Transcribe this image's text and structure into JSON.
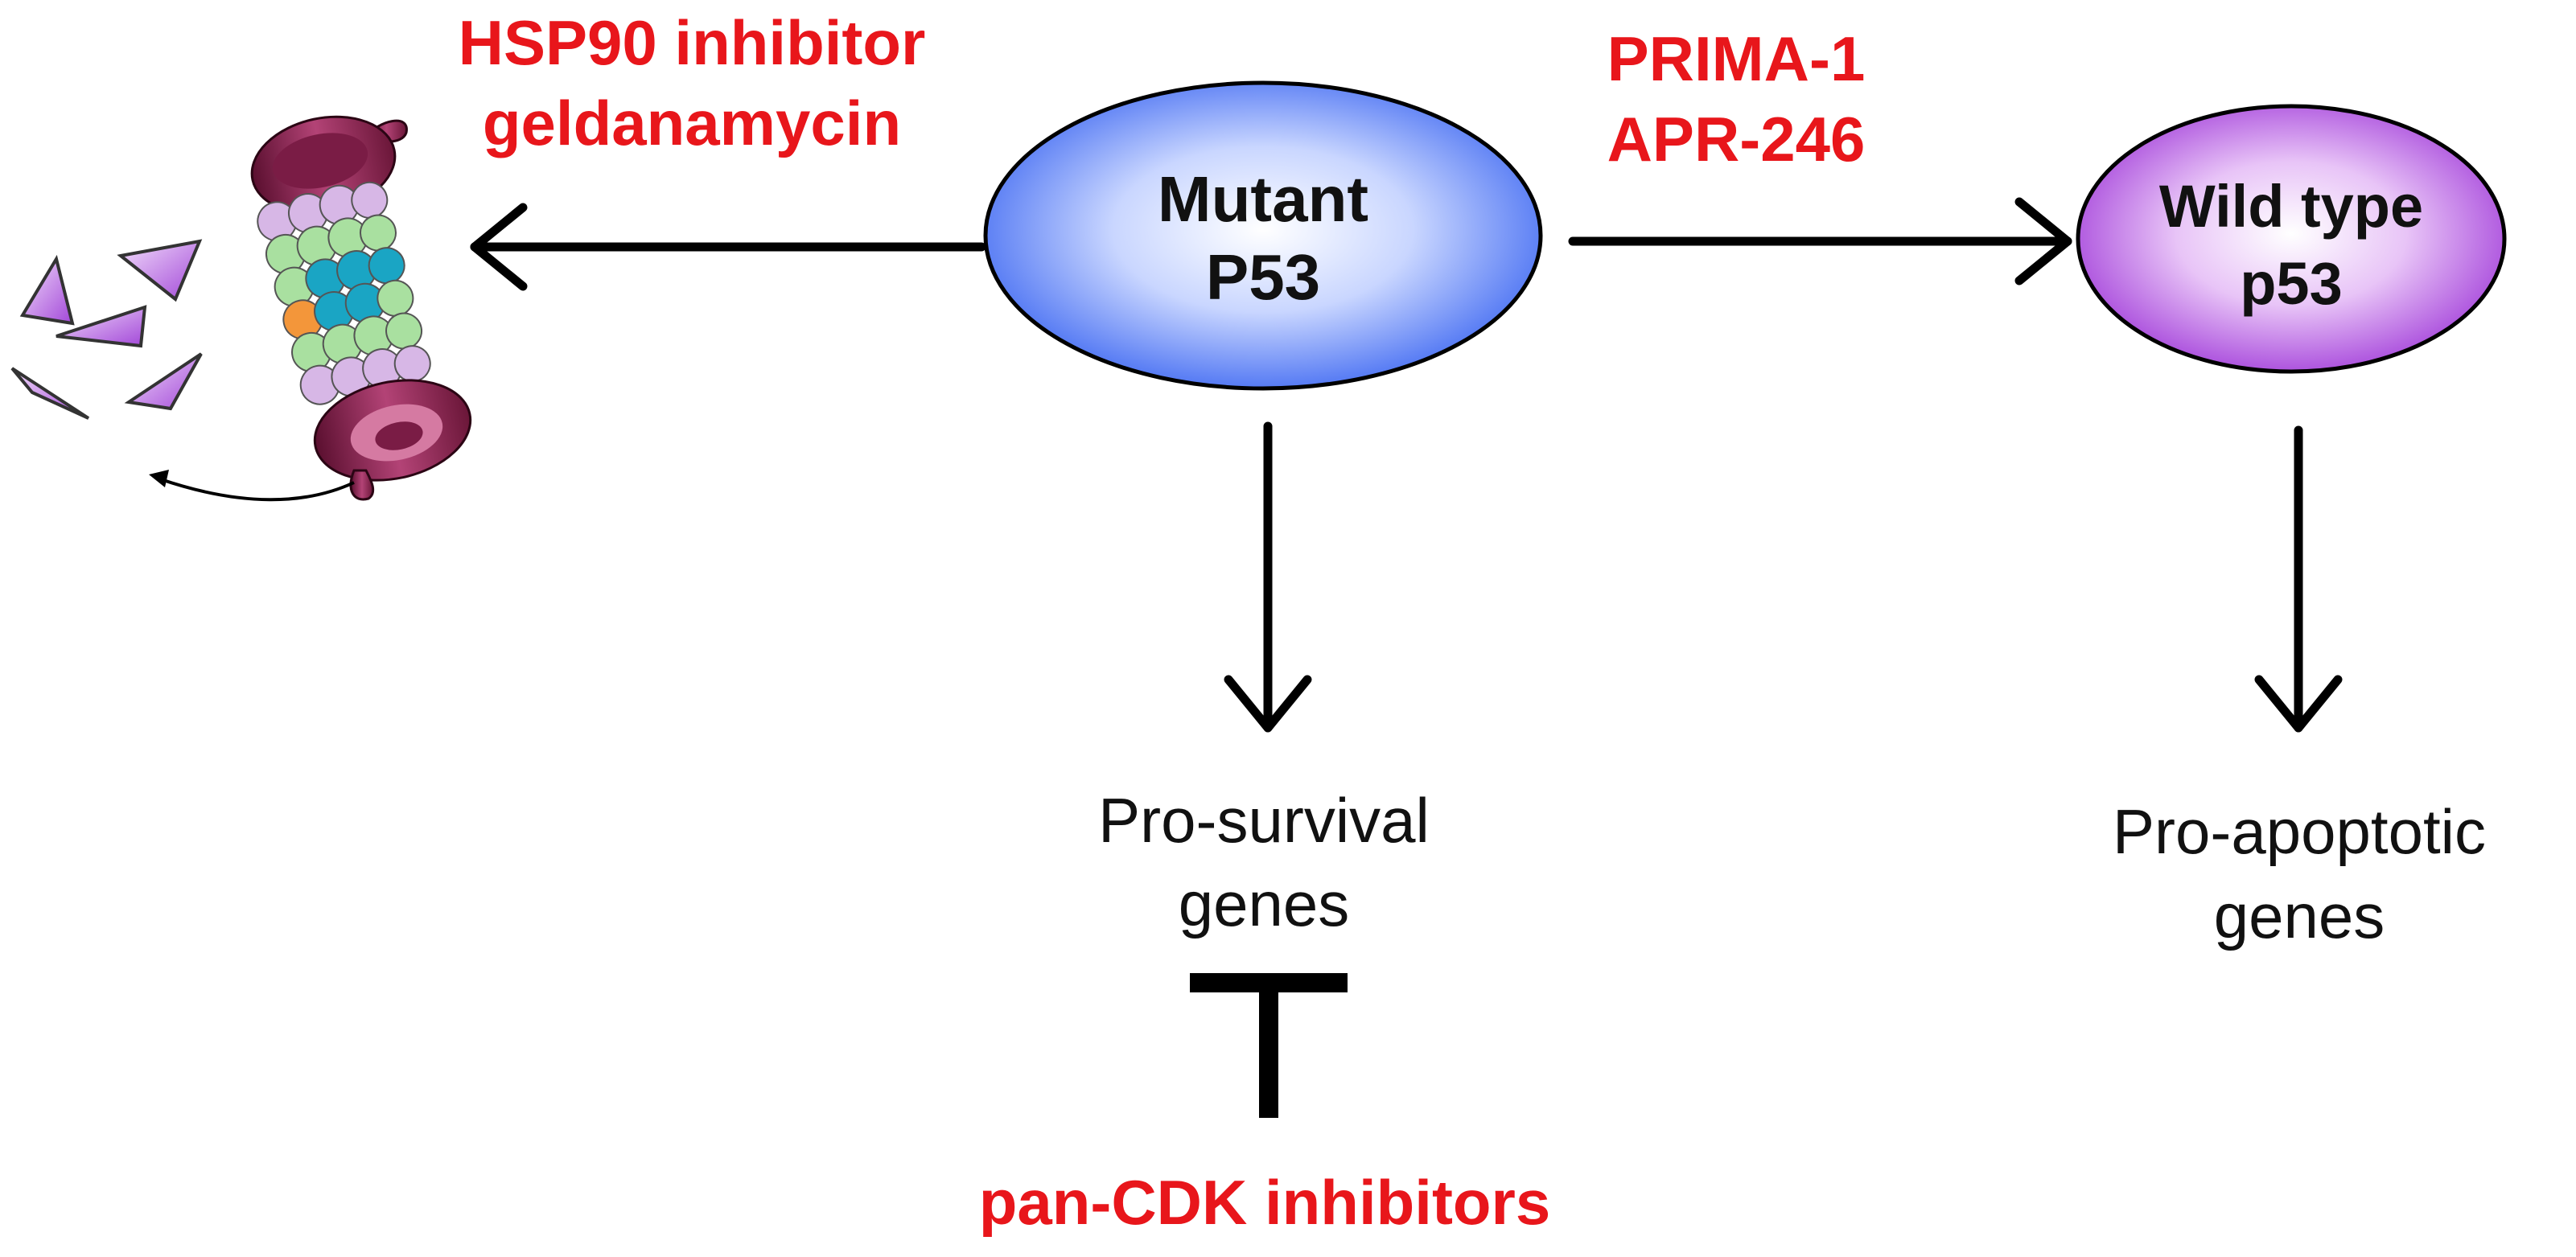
{
  "nodes": {
    "mutant": {
      "line1": "Mutant",
      "line2": "P53",
      "color": "#2f5cf0"
    },
    "wildtype": {
      "line1": "Wild type",
      "line2": "p53",
      "color": "#9a2fd6"
    }
  },
  "drugs": {
    "hsp90": {
      "line1": "HSP90 inhibitor",
      "line2": "geldanamycin"
    },
    "prima": {
      "line1": "PRIMA-1",
      "line2": "APR-246"
    },
    "cdk": {
      "line1": "pan-CDK inhibitors"
    }
  },
  "outcomes": {
    "survival": {
      "line1": "Pro-survival",
      "line2": "genes"
    },
    "apoptotic": {
      "line1": "Pro-apoptotic",
      "line2": "genes"
    }
  },
  "colors": {
    "drug_text": "#e8161b",
    "arrow": "#000000"
  },
  "icons": {
    "proteasome": "proteasome-icon",
    "fragments": "peptide-fragment-icon"
  }
}
